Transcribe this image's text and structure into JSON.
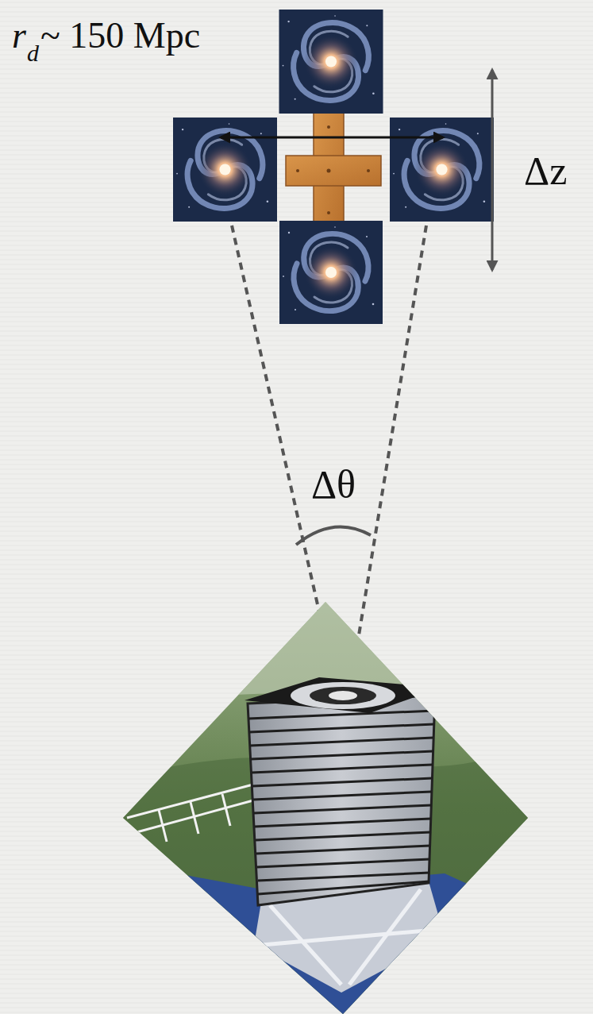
{
  "diagram": {
    "labels": [
      "r",
      "d",
      "~ 150 Mpc",
      "Δz",
      "Δθ"
    ]
  }
}
